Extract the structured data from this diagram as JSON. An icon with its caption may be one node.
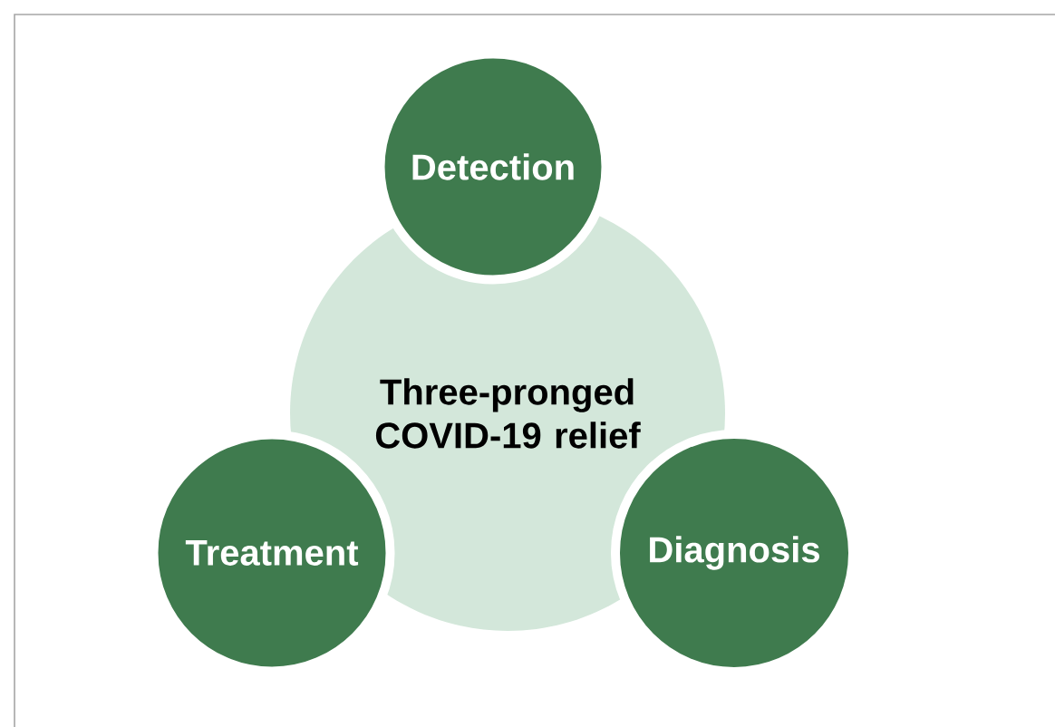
{
  "diagram": {
    "nodes": [
      {
        "text": [
          "Detection"
        ]
      },
      {
        "text": [
          "Three-pronged COVID-19 relief"
        ]
      },
      {
        "text": [
          "Treatment"
        ]
      },
      {
        "text": [
          "Diagnosis"
        ]
      }
    ]
  }
}
